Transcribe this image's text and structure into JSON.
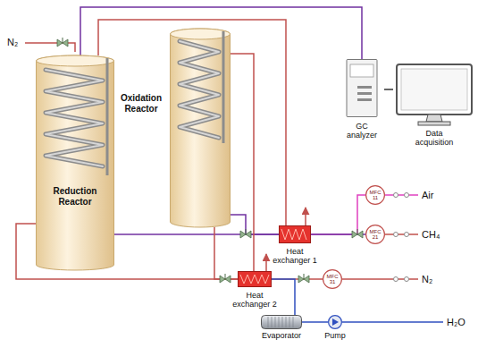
{
  "diagram": {
    "nodes": [
      {
        "text": [
          "Reduction Reactor"
        ]
      },
      {
        "text": [
          "Oxidation Reactor"
        ]
      },
      {
        "text": [
          "GC analyzer"
        ]
      },
      {
        "text": [
          "Data acquisition"
        ]
      },
      {
        "text": [
          "Heat exchanger 1"
        ]
      },
      {
        "text": [
          "MFC 11"
        ]
      },
      {
        "text": [
          "MFC 21"
        ]
      },
      {
        "text": [
          "Heat exchanger 2"
        ]
      },
      {
        "text": [
          "MFC 31"
        ]
      },
      {
        "text": [
          "Evaporator"
        ]
      },
      {
        "text": [
          "Pump"
        ]
      }
    ],
    "edges": [
      {
        "from": 0,
        "to": 2,
        "arrow": "none"
      },
      {
        "from": 2,
        "to": 3,
        "arrow": "none"
      },
      {
        "from": 5,
        "to": 4,
        "arrow": "none"
      },
      {
        "from": 6,
        "to": 4,
        "arrow": "none"
      },
      {
        "from": 4,
        "to": 0,
        "arrow": "none"
      },
      {
        "from": 4,
        "to": 1,
        "arrow": "none"
      },
      {
        "from": 8,
        "to": 7,
        "arrow": "none"
      },
      {
        "from": 10,
        "to": 9,
        "arrow": "none"
      },
      {
        "from": 9,
        "to": 7,
        "arrow": "none"
      },
      {
        "from": 7,
        "to": 0,
        "arrow": "none"
      },
      {
        "from": 7,
        "to": 1,
        "arrow": "none"
      },
      {
        "from": 0,
        "to": 4,
        "arrow": "none"
      },
      {
        "from": 1,
        "to": 7,
        "arrow": "none"
      }
    ],
    "labels": [
      "N₂",
      "Air",
      "CH₄",
      "N₂",
      "H₂O"
    ]
  }
}
